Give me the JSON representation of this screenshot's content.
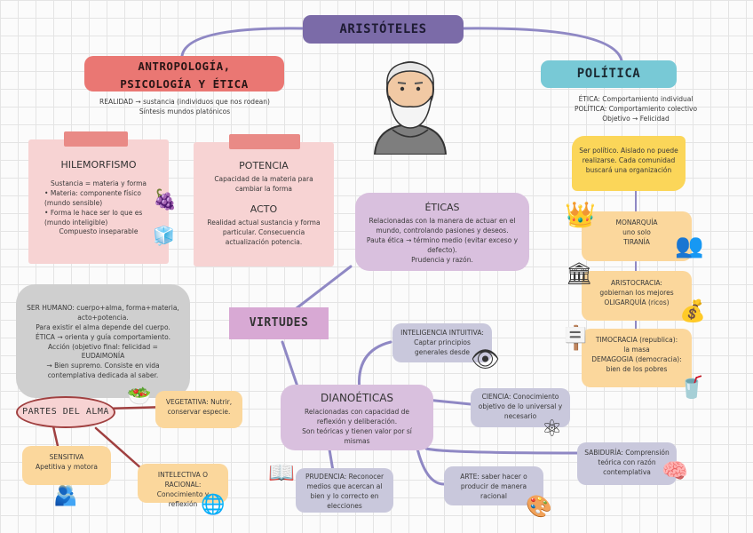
{
  "title": "ARISTÓTELES",
  "antropologia": {
    "title_line1": "ANTROPOLOGÍA,",
    "title_line2": "PSICOLOGÍA Y ÉTICA",
    "sub1": "REALIDAD → sustancia (individuos que nos rodean)",
    "sub2": "Síntesis mundos platónicos"
  },
  "hilemorfismo": {
    "heading": "HILEMORFISMO",
    "line1": "Sustancia = materia y forma",
    "bullet1": "Materia: componente físico (mundo sensible)",
    "bullet2": "Forma le hace ser lo que es (mundo inteligible)",
    "line4": "Compuesto inseparable"
  },
  "potencia": {
    "heading": "POTENCIA",
    "text": "Capacidad de la materia para cambiar la forma",
    "heading2": "ACTO",
    "text2": "Realidad actual sustancia y forma particular. Consecuencia actualización potencia."
  },
  "ser_humano": {
    "line1": "SER HUMANO: cuerpo+alma, forma+materia,",
    "line2": "acto+potencia.",
    "line3": "Para existir el alma depende del cuerpo.",
    "line4": "ÉTICA → orienta y guía comportamiento.",
    "line5": "Acción (objetivo final: felicidad = EUDAIMONÍA",
    "line6": "→ Bien supremo. Consiste en vida",
    "line7": "contemplativa dedicada al saber."
  },
  "partes_alma": {
    "label": "PARTES DEL ALMA",
    "vegetativa": "VEGETATIVA: Nutrir, conservar especie.",
    "sensitiva_title": "SENSITIVA",
    "sensitiva_text": "Apetitiva y motora",
    "intelectiva": "INTELECTIVA O RACIONAL: Conocimiento y reflexión"
  },
  "virtudes": {
    "label": "VIRTUDES"
  },
  "eticas": {
    "heading": "ÉTICAS",
    "text1": "Relacionadas con la manera de actuar en el mundo, controlando pasiones y deseos.",
    "text2": "Pauta ética → término medio (evitar exceso y defecto).",
    "text3": "Prudencia y razón."
  },
  "dianoeticas": {
    "heading": "DIANOÉTICAS",
    "text1": "Relacionadas con capacidad de reflexión y deliberación.",
    "text2": "Son teóricas y tienen valor por sí mismas"
  },
  "inteligencia": "INTELIGENCIA INTUITIVA: Captar principios generales desde",
  "ciencia": "CIENCIA: Conocimiento objetivo de lo universal y necesario",
  "sabiduria": "SABIDURÍA: Comprensión teórica con razón contemplativa",
  "arte": "ARTE: saber hacer o producir de manera racional",
  "prudencia": "PRUDENCIA: Reconocer medios que acercan al bien y lo correcto en elecciones",
  "politica": {
    "title": "POLÍTICA",
    "sub1": "ÉTICA: Comportamiento individual",
    "sub2": "POLÍTICA: Comportamiento colectivo",
    "sub3": "Objetivo → Felicidad",
    "note": "Ser político. Aislado no puede realizarse. Cada comunidad buscará una organización"
  },
  "monarquia": {
    "line1": "MONARQUÍA",
    "line2": "uno solo",
    "line3": "TIRANÍA"
  },
  "aristocracia": {
    "line1": "ARISTOCRACIA:",
    "line2": "gobiernan los mejores",
    "line3": "OLIGARQUÍA (ricos)"
  },
  "timocracia": {
    "line1": "TIMOCRACIA (republica):",
    "line2": "la masa",
    "line3": "DEMAGOGIA (democracia):",
    "line4": "bien de los pobres"
  },
  "colors": {
    "accent_purple": "#7b6ba8",
    "salmon": "#ea7773",
    "teal": "#78c9d6",
    "line": "#8f88c4"
  },
  "icons": [
    "philosopher-bust-icon",
    "fruit-plate-icon",
    "cube-blocks-icon",
    "salad-icon",
    "people-hug-icon",
    "globe-network-icon",
    "book-sun-icon",
    "head-eye-icon",
    "atom-icon",
    "palette-icon",
    "brain-hand-icon",
    "crown-icon",
    "crowd-icon",
    "people-signs-icon",
    "coins-icon",
    "thinker-icon",
    "drink-icon"
  ]
}
